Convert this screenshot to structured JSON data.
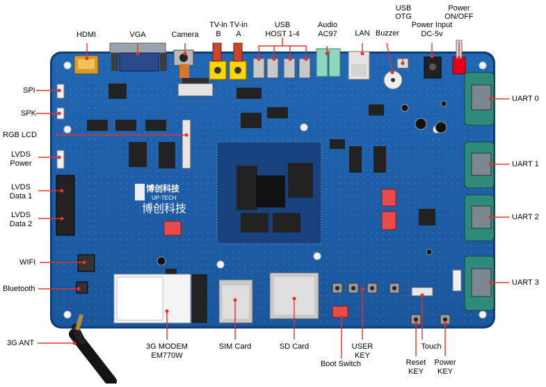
{
  "board": {
    "logo_cn": "博创科技",
    "logo_en": "UP-TECH",
    "logo_big_cn": "博创科技"
  },
  "labels": {
    "hdmi": "HDMI",
    "vga": "VGA",
    "camera": "Camera",
    "tvin_b_1": "TV-in",
    "tvin_b_2": "B",
    "tvin_a_1": "TV-in",
    "tvin_a_2": "A",
    "usb_host_1": "USB",
    "usb_host_2": "HOST 1-4",
    "audio_1": "Audio",
    "audio_2": "AC97",
    "lan": "LAN",
    "buzzer": "Buzzer",
    "usb_otg_1": "USB",
    "usb_otg_2": "OTG",
    "power_input_1": "Power Input",
    "power_input_2": "DC-5v",
    "power_onoff_1": "Power",
    "power_onoff_2": "ON/OFF",
    "spi": "SPI",
    "spk": "SPK",
    "rgb_lcd": "RGB LCD",
    "lvds_power_1": "LVDS",
    "lvds_power_2": "Power",
    "lvds_data1_1": "LVDS",
    "lvds_data1_2": "Data 1",
    "lvds_data2_1": "LVDS",
    "lvds_data2_2": "Data 2",
    "wifi": "WIFI",
    "bluetooth": "Bluetooth",
    "ant_3g": "3G ANT",
    "uart0": "UART 0",
    "uart1": "UART 1",
    "uart2": "UART 2",
    "uart3": "UART 3",
    "modem_1": "3G MODEM",
    "modem_2": "EM770W",
    "sim_card": "SIM Card",
    "sd_card": "SD Card",
    "boot_switch": "Boot Switch",
    "user_key_1": "USER",
    "user_key_2": "KEY",
    "touch": "Touch",
    "reset_key_1": "Reset",
    "reset_key_2": "KEY",
    "power_key_1": "Power",
    "power_key_2": "KEY"
  },
  "colors": {
    "leader": "#e8302a",
    "board": "#1b5fa8",
    "board_edge": "#0f3f7a"
  }
}
